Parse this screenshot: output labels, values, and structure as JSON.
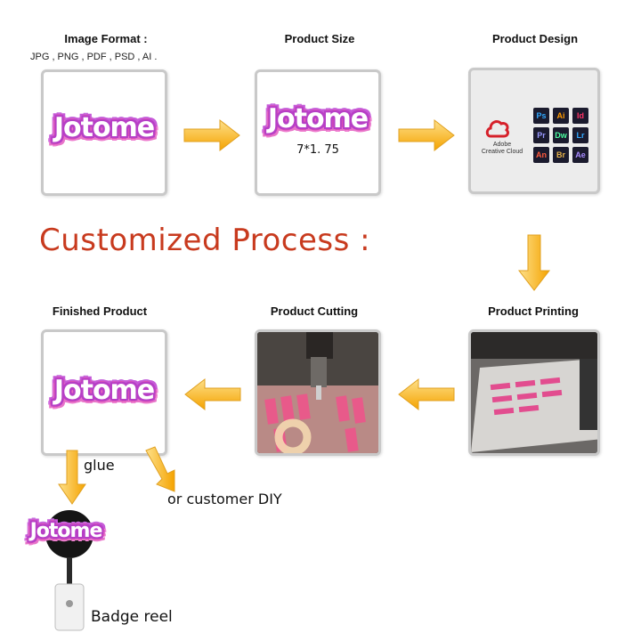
{
  "labels": {
    "image_format": "Image Format :",
    "formats": "JPG , PNG , PDF , PSD , AI .",
    "product_size": "Product Size",
    "product_design": "Product Design",
    "headline": "Customized Process :",
    "finished_product": "Finished Product",
    "product_cutting": "Product Cutting",
    "product_printing": "Product Printing",
    "glue": "glue",
    "customer_diy": "or customer DIY",
    "badge_reel": "Badge reel"
  },
  "logo_text": "Jotome",
  "size_value": "7*1. 75",
  "adobe": {
    "brand": "Adobe",
    "product": "Creative Cloud",
    "apps": [
      "Ps",
      "Ai",
      "Id",
      "Pr",
      "Dw",
      "Lr",
      "An",
      "Br",
      "Ae"
    ]
  },
  "colors": {
    "arrow": "#f5b21f",
    "headline": "#c83a1e",
    "logo_pink": "#d94fb5"
  }
}
